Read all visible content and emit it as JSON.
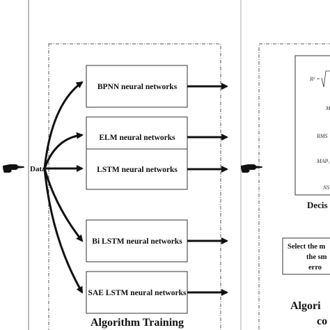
{
  "data_label": "Data",
  "networks": [
    "BPNN neural networks",
    "ELM neural networks",
    "LSTM neural networks",
    "Bi LSTM neural networks",
    "SAE LSTM neural networks"
  ],
  "training_title": "Algorithm Training",
  "decision_title": "Decis",
  "formula_fragments": {
    "r2": "R² =",
    "m": "M",
    "rms": "RMS",
    "map": "MAPₑ",
    "ns": "NS"
  },
  "selection_lines": [
    "Select the m",
    "the sm",
    "erro"
  ],
  "right_title_lines": [
    "Algori",
    "co"
  ],
  "icons": {
    "pointer": "pointing-hand-icon"
  }
}
